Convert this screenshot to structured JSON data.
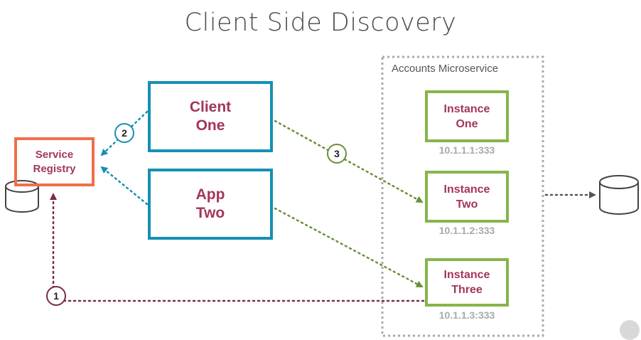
{
  "title": "Client Side Discovery",
  "registry": {
    "line1": "Service",
    "line2": "Registry"
  },
  "clients": [
    {
      "line1": "Client",
      "line2": "One"
    },
    {
      "line1": "App",
      "line2": "Two"
    }
  ],
  "microservice": {
    "label": "Accounts Microservice",
    "instances": [
      {
        "line1": "Instance",
        "line2": "One",
        "address": "10.1.1.1:333"
      },
      {
        "line1": "Instance",
        "line2": "Two",
        "address": "10.1.1.2:333"
      },
      {
        "line1": "Instance",
        "line2": "Three",
        "address": "10.1.1.3:333"
      }
    ]
  },
  "steps": [
    "1",
    "2",
    "3"
  ],
  "colors": {
    "client_border": "#1590b3",
    "instance_border": "#86b54b",
    "registry_border": "#ef7048",
    "label_text": "#a33659",
    "arrow_registration": "#7b2a48",
    "arrow_lookup": "#1590b3",
    "arrow_request": "#6b8f3a",
    "arrow_data": "#555555"
  },
  "icons": [
    "database-icon",
    "database-icon",
    "step-badge"
  ]
}
